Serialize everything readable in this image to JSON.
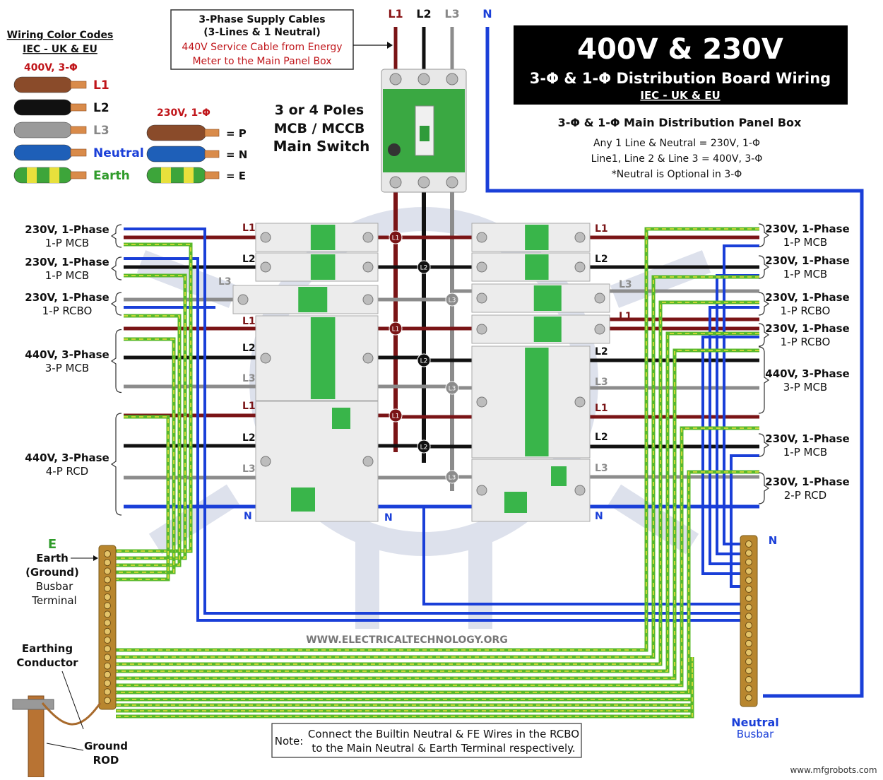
{
  "colors": {
    "l1": "#7a1416",
    "l2": "#111111",
    "l3": "#8c8c8c",
    "neutral": "#1a3fd8",
    "earth_green": "#58b82a",
    "earth_yellow": "#e8e03c",
    "breaker_green": "#39b54a",
    "title_bg": "#000000",
    "busbar_brass": "#b8862e",
    "watermark": "#d6dbe8"
  },
  "legend": {
    "title_line1": "Wiring Color Codes",
    "title_line2": "IEC - UK & EU",
    "three_phase_heading": "400V, 3-Φ",
    "single_phase_heading": "230V, 1-Φ",
    "wires": [
      {
        "label": "L1",
        "color": "#8a4b2a"
      },
      {
        "label": "L2",
        "color": "#111111"
      },
      {
        "label": "L3",
        "color": "#9a9a9a"
      },
      {
        "label": "Neutral",
        "color": "#1e5fb8"
      },
      {
        "label": "Earth",
        "color": "#3da53a"
      }
    ],
    "single_wires": [
      {
        "label": "= P",
        "color": "#8a4b2a"
      },
      {
        "label": "= N",
        "color": "#1e5fb8"
      },
      {
        "label": "= E",
        "color": "#3da53a"
      }
    ]
  },
  "supply_box": {
    "line1": "3-Phase Supply Cables",
    "line2": "(3-Lines & 1 Neutral)",
    "line3": "440V Service Cable from Energy",
    "line4": "Meter to the Main Panel Box"
  },
  "supply_labels": {
    "l1": "L1",
    "l2": "L2",
    "l3": "L3",
    "n": "N"
  },
  "title_block": {
    "main": "400V & 230V",
    "sub": "3-Φ & 1-Φ Distribution Board Wiring",
    "std": "IEC - UK & EU"
  },
  "panel_info": {
    "heading": "3-Φ & 1-Φ Main Distribution Panel Box",
    "line1": "Any 1 Line & Neutral = 230V, 1-Φ",
    "line2": "Line1, Line 2 & Line 3 = 400V, 3-Φ",
    "line3": "*Neutral is Optional in 3-Φ"
  },
  "main_switch": {
    "line1": "3 or 4 Poles",
    "line2": "MCB / MCCB",
    "line3": "Main Switch"
  },
  "left_circuits": [
    {
      "volt": "230V, 1-Phase",
      "type": "1-P MCB"
    },
    {
      "volt": "230V, 1-Phase",
      "type": "1-P MCB"
    },
    {
      "volt": "230V, 1-Phase",
      "type": "1-P  RCBO"
    },
    {
      "volt": "440V, 3-Phase",
      "type": "3-P MCB"
    },
    {
      "volt": "440V, 3-Phase",
      "type": "4-P RCD"
    }
  ],
  "right_circuits": [
    {
      "volt": "230V, 1-Phase",
      "type": "1-P MCB"
    },
    {
      "volt": "230V, 1-Phase",
      "type": "1-P MCB"
    },
    {
      "volt": "230V, 1-Phase",
      "type": "1-P  RCBO"
    },
    {
      "volt": "230V, 1-Phase",
      "type": "1-P RCBO"
    },
    {
      "volt": "440V, 3-Phase",
      "type": "3-P MCB"
    },
    {
      "volt": "230V, 1-Phase",
      "type": "1-P MCB"
    },
    {
      "volt": "230V, 1-Phase",
      "type": "2-P RCD"
    }
  ],
  "wire_tags": {
    "l1": "L1",
    "l2": "L2",
    "l3": "L3",
    "n": "N"
  },
  "earth_busbar": {
    "e": "E",
    "line1": "Earth",
    "line2": "(Ground)",
    "line3": "Busbar",
    "line4": "Terminal"
  },
  "earthing_conductor": {
    "line1": "Earthing",
    "line2": "Conductor"
  },
  "ground_rod": {
    "line1": "Ground",
    "line2": "ROD"
  },
  "neutral_busbar": {
    "n": "N",
    "line1": "Neutral",
    "line2": "Busbar"
  },
  "watermark": "WWW.ELECTRICALTECHNOLOGY.ORG",
  "note": {
    "label": "Note:",
    "line1": "Connect the Builtin Neutral & FE Wires in the RCBO",
    "line2": "to the Main Neutral & Earth Terminal respectively."
  },
  "footer": "www.mfgrobots.com"
}
